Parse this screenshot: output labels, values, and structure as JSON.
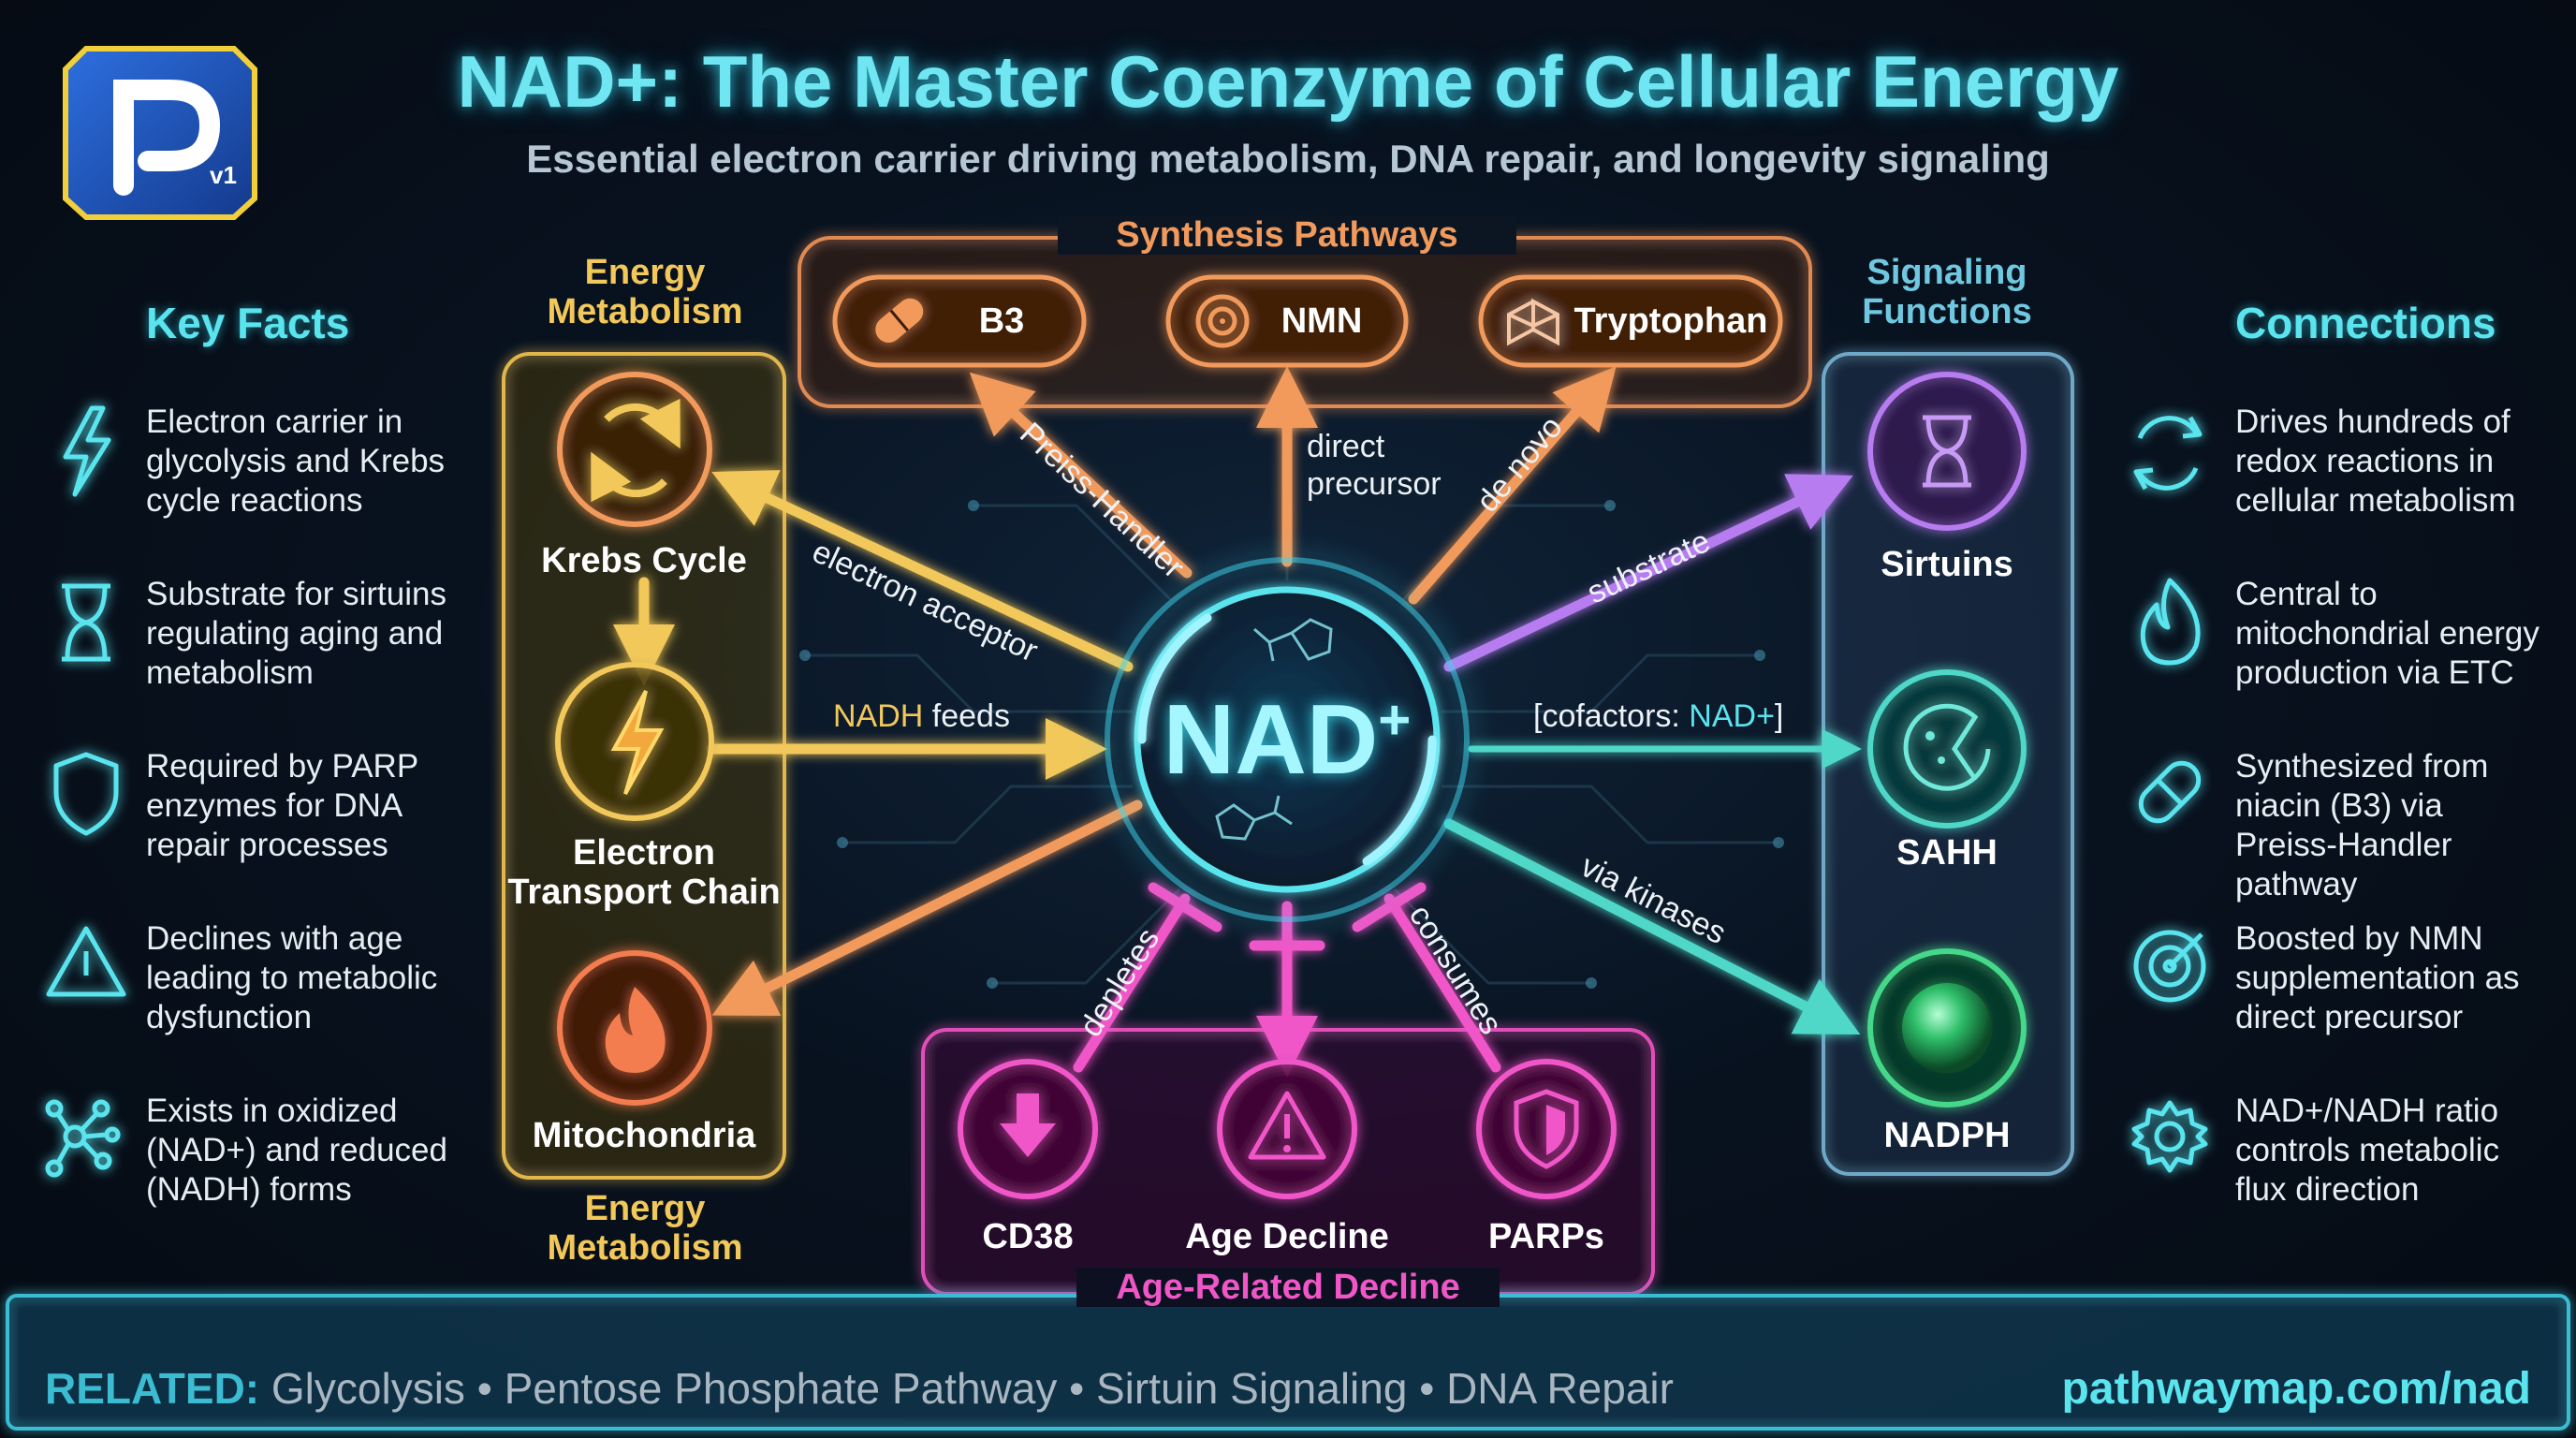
{
  "logo": {
    "letter": "P",
    "version": "v1"
  },
  "header": {
    "title": "NAD+: The Master Coenzyme of Cellular Energy",
    "subtitle": "Essential electron carrier driving metabolism, DNA repair, and longevity signaling"
  },
  "key_facts": {
    "heading": "Key Facts",
    "items": [
      {
        "icon": "lightning-icon",
        "text": "Electron carrier in glycolysis and Krebs cycle reactions"
      },
      {
        "icon": "hourglass-icon",
        "text": "Substrate for sirtuins regulating aging and metabolism"
      },
      {
        "icon": "shield-icon",
        "text": "Required by PARP enzymes for DNA repair processes"
      },
      {
        "icon": "warning-icon",
        "text": "Declines with age leading to metabolic dysfunction"
      },
      {
        "icon": "network-icon",
        "text": "Exists in oxidized (NAD+) and reduced (NADH) forms"
      }
    ]
  },
  "connections": {
    "heading": "Connections",
    "items": [
      {
        "icon": "cycle-arrows-icon",
        "text": "Drives hundreds of redox reactions in cellular metabolism"
      },
      {
        "icon": "flame-icon",
        "text": "Central to mitochondrial energy production via ETC"
      },
      {
        "icon": "capsule-icon",
        "text": "Synthesized from niacin (B3) via Preiss-Handler pathway"
      },
      {
        "icon": "target-icon",
        "text": "Boosted by NMN supplementation as direct precursor"
      },
      {
        "icon": "gear-icon",
        "text": "NAD+/NADH ratio controls metabolic flux direction"
      }
    ]
  },
  "center": {
    "label": "NAD",
    "sup": "+"
  },
  "groups": {
    "energy_top": "Energy Metabolism",
    "energy_bottom": "Energy Metabolism",
    "synthesis": "Synthesis Pathways",
    "signaling": "Signaling Functions",
    "decline": "Age-Related Decline"
  },
  "nodes": {
    "krebs": "Krebs Cycle",
    "etc": "Electron Transport Chain",
    "mito": "Mitochondria",
    "b3": "B3",
    "nmn": "NMN",
    "trp": "Tryptophan",
    "sirtuins": "Sirtuins",
    "sahh": "SAHH",
    "nadph": "NADPH",
    "cd38": "CD38",
    "age": "Age Decline",
    "parps": "PARPs"
  },
  "edges": {
    "electron_acceptor": "electron acceptor",
    "nadh_a": "NADH",
    "nadh_b": " feeds",
    "preiss": "Preiss-Handler",
    "direct_1": "direct",
    "direct_2": "precursor",
    "de_novo": "de novo",
    "substrate": "substrate",
    "cof_a": "[cofactors: ",
    "cof_b": "NAD+",
    "cof_c": "]",
    "kinases": "via kinases",
    "depletes": "depletes",
    "consumes": "consumes"
  },
  "footer": {
    "related_label": "RELATED:",
    "related_items": "Glycolysis • Pentose Phosphate Pathway • Sirtuin Signaling • DNA Repair",
    "url": "pathwaymap.com/nad"
  },
  "colors": {
    "cyan": "#5ae4ee",
    "energy": "#f2c85a",
    "orange": "#f19a5c",
    "mito": "#f37d4f",
    "purple": "#b67cf0",
    "teal": "#4fd7c8",
    "green": "#45d78a",
    "pink": "#f056c8"
  }
}
